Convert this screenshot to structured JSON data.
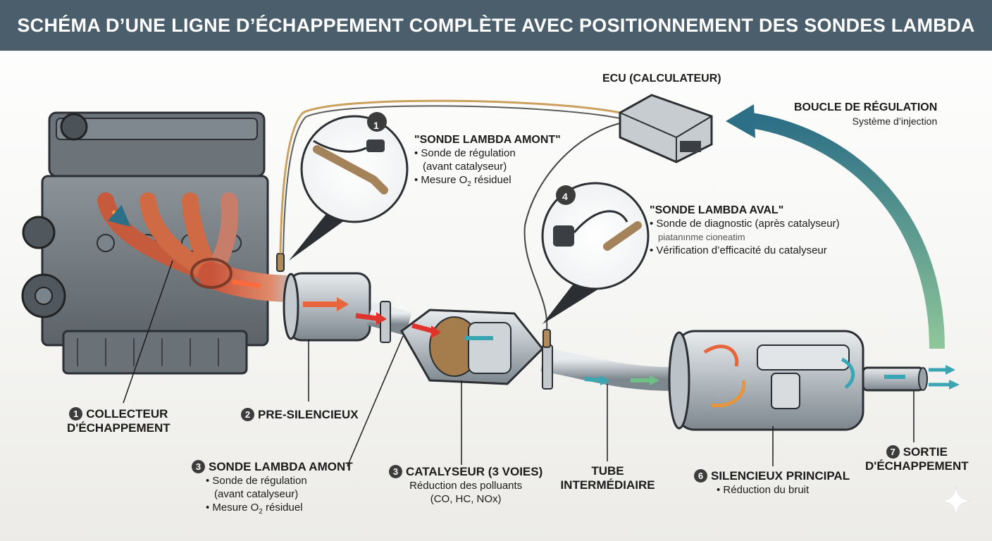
{
  "title": "SCHÉMA D’UNE LIGNE D’ÉCHAPPEMENT COMPLÈTE AVEC POSITIONNEMENT DES SONDES LAMBDA",
  "ecu": {
    "label": "ECU (CALCULATEUR)"
  },
  "loop": {
    "title": "BOUCLE DE RÉGULATION",
    "subtitle": "Système d’injection"
  },
  "callout_upstream": {
    "number": "1",
    "title": "\"SONDE LAMBDA AMONT\"",
    "line1": "Sonde de régulation",
    "line2": "(avant catalyseur)",
    "line3_prefix": "Mesure O",
    "line3_sub": "2",
    "line3_suffix": " résiduel"
  },
  "callout_downstream": {
    "number": "4",
    "title": "\"SONDE LAMBDA AVAL\"",
    "line1": "Sonde de diagnostic (après catalyseur)",
    "line2": "piatanınme cioneatim",
    "line3": "Vérification d’efficacité du catalyseur"
  },
  "labels": {
    "collecteur": {
      "number": "1",
      "line1": "COLLECTEUR",
      "line2": "D'ÉCHAPPEMENT"
    },
    "presilencieux": {
      "number": "2",
      "text": "PRE-SILENCIEUX"
    },
    "sonde_amont": {
      "number": "3",
      "title": "SONDE LAMBDA AMONT",
      "line1": "Sonde de régulation",
      "line2": "(avant catalyseur)",
      "line3_prefix": "Mesure O",
      "line3_sub": "2",
      "line3_suffix": " résiduel"
    },
    "catalyseur": {
      "number": "3",
      "title": "CATALYSEUR (3 VOIES)",
      "line1": "Réduction des polluants",
      "line2": "(CO, HC, NOx)"
    },
    "tube": {
      "line1": "TUBE",
      "line2": "INTERMÉDIAIRE"
    },
    "silencieux": {
      "number": "6",
      "title": "SILENCIEUX PRINCIPAL",
      "line1": "Réduction du bruit"
    },
    "sortie": {
      "number": "7",
      "line1": "SORTIE",
      "line2": "D'ÉCHAPPEMENT"
    }
  },
  "colors": {
    "title_bg": "#4a5e6b",
    "hot_gas": "#e8643a",
    "cool_gas": "#3aa6b4",
    "loop_gradient_start": "#8fc79a",
    "loop_gradient_end": "#2d6f86"
  }
}
